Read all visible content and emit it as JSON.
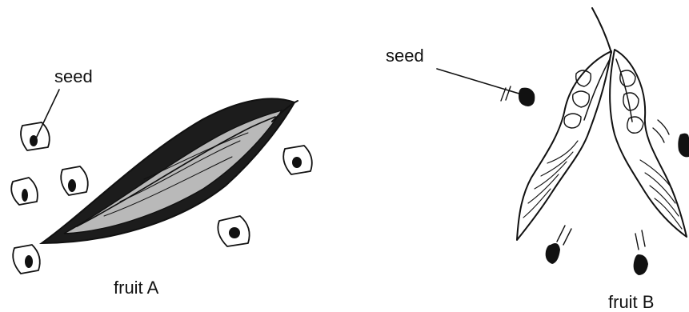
{
  "figure_a": {
    "seed_label": "seed",
    "caption": "fruit A"
  },
  "figure_b": {
    "seed_label": "seed",
    "caption": "fruit B"
  },
  "colors": {
    "ink": "#111111",
    "background": "#ffffff"
  }
}
